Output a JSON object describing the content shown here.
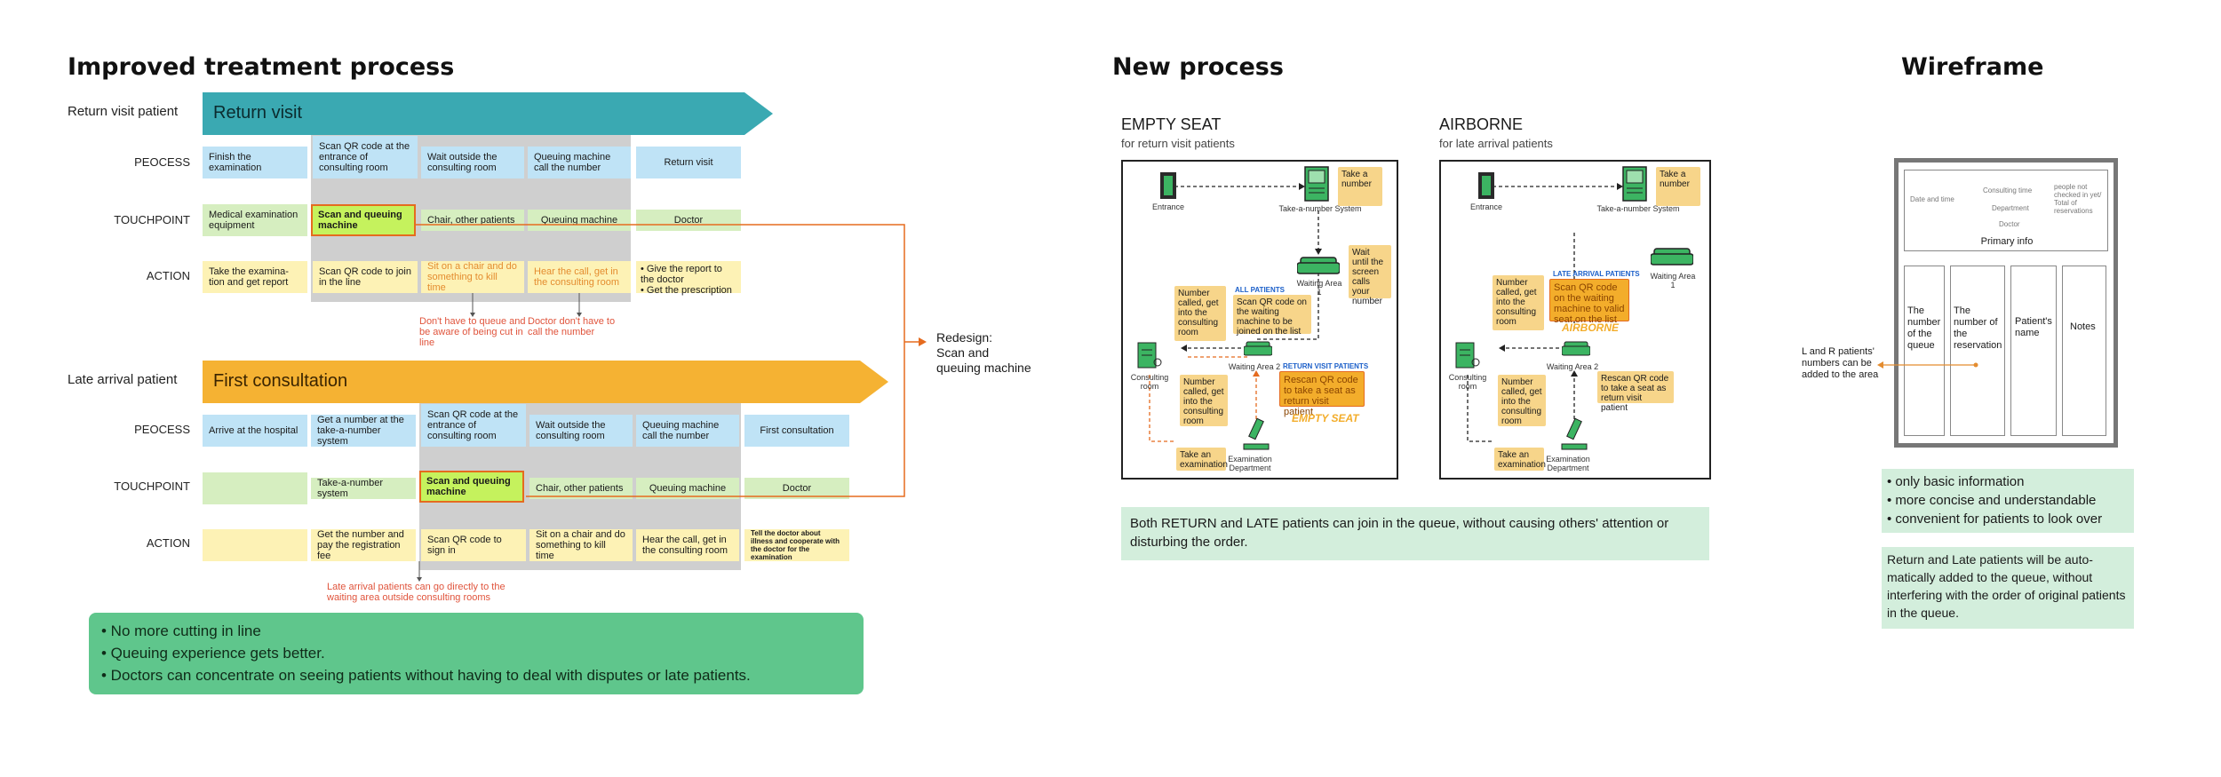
{
  "section1": {
    "title": "Improved treatment process",
    "return_patient_label": "Return visit patient",
    "return_banner": "Return visit",
    "late_patient_label": "Late arrival patient",
    "late_banner": "First consultation",
    "row_labels": {
      "process": "PEOCESS",
      "touchpoint": "TOUCHPOINT",
      "action": "ACTION"
    },
    "return": {
      "process": [
        "Finish the examination",
        "Scan QR code at the entrance of consulting room",
        "Wait outside the consulting room",
        "Queuing machine call the number",
        "Return visit"
      ],
      "touchpoint": [
        "Medical examination equipment",
        "Scan and queuing machine",
        "Chair, other patients",
        "Queuing machine",
        "Doctor"
      ],
      "action": [
        "Take the examina-tion and get report",
        "Scan QR code to join in the line",
        "Sit on a chair and do something to kill time",
        "Hear the call, get in the consulting room",
        "• Give the report to the doctor",
        "• Get the prescription"
      ],
      "notes": [
        "Don't have to queue and be aware of being cut in line",
        "Doctor don't have to call the number"
      ]
    },
    "late": {
      "process": [
        "Arrive at the hospital",
        "Get a number at the take-a-number system",
        "Scan QR code at the entrance of consulting room",
        "Wait outside the consulting room",
        "Queuing machine call the number",
        "First consultation"
      ],
      "touchpoint": [
        "",
        "Take-a-number system",
        "Scan and queuing machine",
        "Chair, other patients",
        "Queuing machine",
        "Doctor"
      ],
      "action": [
        "",
        "Get the number and pay the registration fee",
        "Scan QR code to sign in",
        "Sit on a chair and do something to kill time",
        "Hear the call, get in the consulting room",
        "Tell the doctor about illness and cooperate with the doctor for the examination"
      ],
      "note": "Late arrival patients can go directly to the waiting area outside consulting rooms"
    },
    "redesign": [
      "Redesign:",
      "Scan and",
      "queuing machine"
    ],
    "summary": [
      "• No more cutting in line",
      "• Queuing experience gets better.",
      "• Doctors can concentrate on seeing patients without having to deal with disputes or late patients."
    ]
  },
  "section2": {
    "title": "New process",
    "left": {
      "title": "EMPTY SEAT",
      "subtitle": "for return visit patients",
      "entrance": "Entrance",
      "take_system": "Take-a-number System",
      "take_number": "Take a number",
      "wait_until": "Wait until the screen calls your number",
      "waiting1": "Waiting Area 1",
      "waiting2": "Waiting Area 2",
      "all_patients": "ALL PATIENTS",
      "all_scan": "Scan QR code on the waiting machine to be joined on the list",
      "called1": "Number called, get into the consulting room",
      "called2": "Number called, get into the consulting room",
      "consulting": "Consulting room",
      "return_patients": "RETURN VISIT PATIENTS",
      "rescan": "Rescan QR code to take a seat as return visit patient",
      "badge": "EMPTY SEAT",
      "exam": "Take an examination",
      "exam_dept": "Examination Department"
    },
    "right": {
      "title": "AIRBORNE",
      "subtitle": "for late arrival patients",
      "entrance": "Entrance",
      "take_system": "Take-a-number System",
      "take_number": "Take a number",
      "waiting1": "Waiting Area 1",
      "waiting2": "Waiting Area 2",
      "late_patients": "LATE ARRIVAL PATIENTS",
      "late_scan": "Scan QR code on the waiting machine to valid seat on the list",
      "badge": "AIRBORNE",
      "called1": "Number called, get into the consulting room",
      "called2": "Number called, get into the consulting room",
      "consulting": "Consulting room",
      "rescan": "Rescan QR code to take a seat as return visit patient",
      "exam": "Take an examination",
      "exam_dept": "Examination Department"
    },
    "summary": "Both RETURN and LATE patients can join in the queue, without causing others' attention or disturbing the order."
  },
  "section3": {
    "title": "Wireframe",
    "top_date": "Date and time",
    "top_consult": "Consulting time",
    "top_dept": "Department",
    "top_doctor": "Doctor",
    "top_people": "people not checked in yet/ Total of reservations",
    "primary": "Primary info",
    "cols": [
      "The number of the queue",
      "The number of the reservation",
      "Patient's name",
      "Notes"
    ],
    "side_note": "L and R patients' numbers can be added to the area",
    "bullets": [
      "• only basic information",
      "• more concise and understandable",
      "• convenient for patients to look over"
    ],
    "para": "Return and Late patients will be auto-matically added to the queue, without interfering with the order of original patients in the queue."
  },
  "colors": {
    "teal": "#3aa9b2",
    "orange": "#f5b233",
    "highlight": "#c5f25d",
    "line": "#e56b1f",
    "summary_green": "#5fc68c",
    "mint": "#d3eedc"
  }
}
